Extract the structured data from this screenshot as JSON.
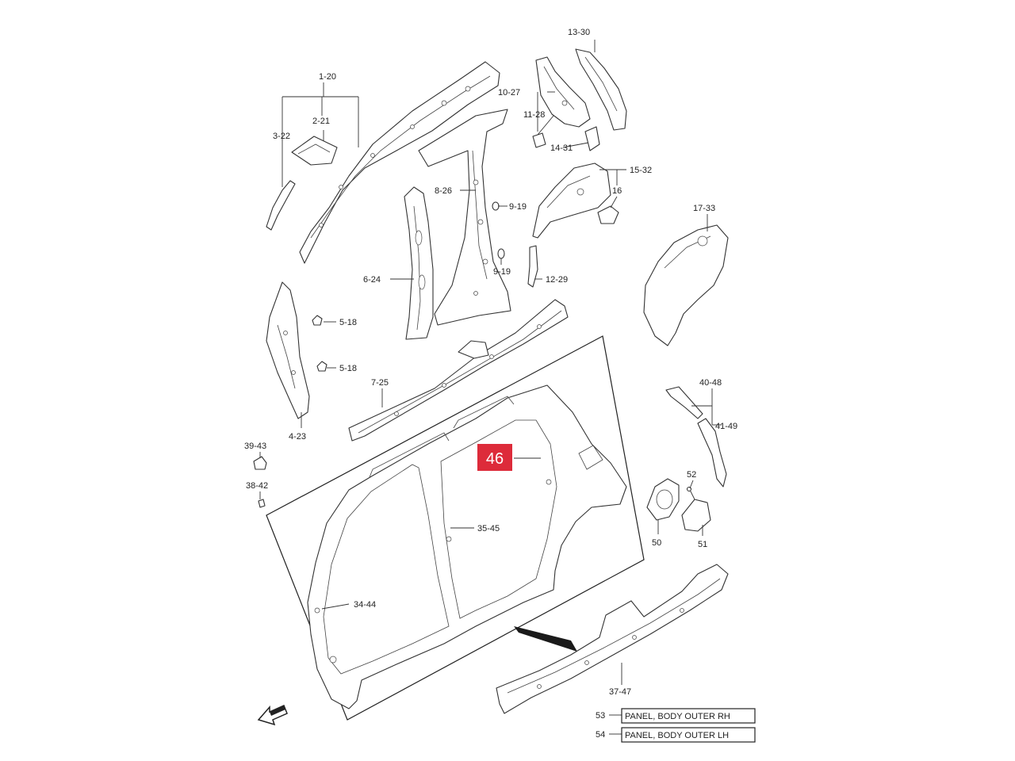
{
  "labels": {
    "l1_20": "1-20",
    "l2_21": "2-21",
    "l3_22": "3-22",
    "l4_23": "4-23",
    "l5_18a": "5-18",
    "l5_18b": "5-18",
    "l6_24": "6-24",
    "l7_25": "7-25",
    "l8_26": "8-26",
    "l9_19a": "9-19",
    "l9_19b": "9-19",
    "l10_27": "10-27",
    "l11_28": "11-28",
    "l12_29": "12-29",
    "l13_30": "13-30",
    "l14_31": "14-31",
    "l15_32": "15-32",
    "l16": "16",
    "l17_33": "17-33",
    "l34_44": "34-44",
    "l35_45": "35-45",
    "l37_47": "37-47",
    "l38_42": "38-42",
    "l39_43": "39-43",
    "l40_48": "40-48",
    "l41_49": "41-49",
    "l50": "50",
    "l51": "51",
    "l52": "52"
  },
  "highlight": {
    "number": "46",
    "color": "#dd2b3a"
  },
  "legend": [
    {
      "number": "53",
      "text": "PANEL, BODY OUTER RH"
    },
    {
      "number": "54",
      "text": "PANEL, BODY OUTER LH"
    }
  ],
  "icons": {
    "front_direction": "front-arrow-icon"
  }
}
